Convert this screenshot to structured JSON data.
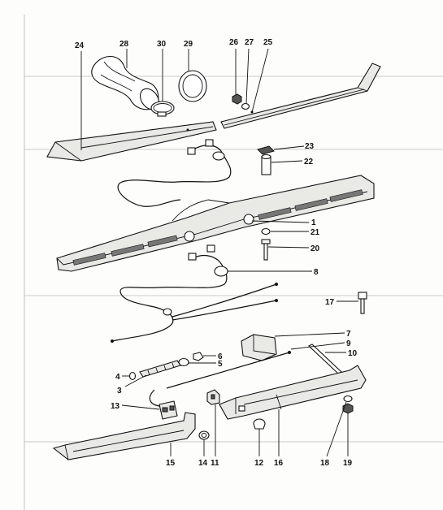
{
  "callouts": [
    {
      "id": "l24",
      "text": "24"
    },
    {
      "id": "l28",
      "text": "28"
    },
    {
      "id": "l30",
      "text": "30"
    },
    {
      "id": "l29",
      "text": "29"
    },
    {
      "id": "l26",
      "text": "26"
    },
    {
      "id": "l27",
      "text": "27"
    },
    {
      "id": "l25",
      "text": "25"
    },
    {
      "id": "l23",
      "text": "23"
    },
    {
      "id": "l22",
      "text": "22"
    },
    {
      "id": "l1",
      "text": "1"
    },
    {
      "id": "l21",
      "text": "21"
    },
    {
      "id": "l20",
      "text": "20"
    },
    {
      "id": "l8",
      "text": "8"
    },
    {
      "id": "l17",
      "text": "17"
    },
    {
      "id": "l7",
      "text": "7"
    },
    {
      "id": "l9",
      "text": "9"
    },
    {
      "id": "l10",
      "text": "10"
    },
    {
      "id": "l6",
      "text": "6"
    },
    {
      "id": "l5",
      "text": "5"
    },
    {
      "id": "l4",
      "text": "4"
    },
    {
      "id": "l3",
      "text": "3"
    },
    {
      "id": "l13",
      "text": "13"
    },
    {
      "id": "l15",
      "text": "15"
    },
    {
      "id": "l14",
      "text": "14"
    },
    {
      "id": "l11",
      "text": "11"
    },
    {
      "id": "l12",
      "text": "12"
    },
    {
      "id": "l16",
      "text": "16"
    },
    {
      "id": "l18",
      "text": "18"
    },
    {
      "id": "l19",
      "text": "19"
    }
  ]
}
